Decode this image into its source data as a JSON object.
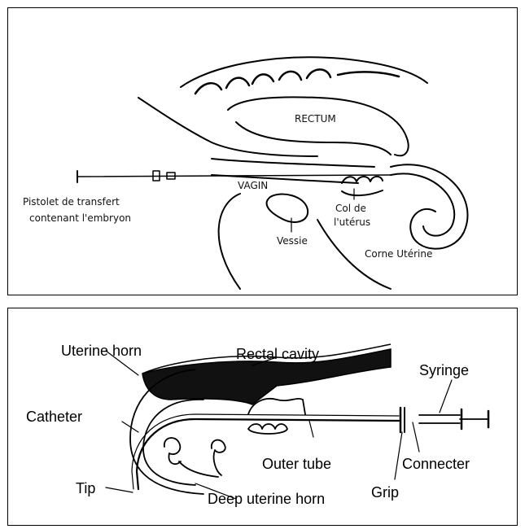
{
  "top_figure": {
    "labels": {
      "rectum": "RECTUM",
      "vagin": "VAGIN",
      "pistolet_line1": "Pistolet de transfert",
      "pistolet_line2": "contenant l'embryon",
      "col_line1": "Col de",
      "col_line2": "l'utérus",
      "vessie": "Vessie",
      "corne": "Corne Utérine"
    }
  },
  "bottom_figure": {
    "labels": {
      "uterine_horn": "Uterine horn",
      "rectal_cavity": "Rectal cavity",
      "syringe": "Syringe",
      "catheter": "Catheter",
      "outer_tube": "Outer tube",
      "connecter": "Connecter",
      "tip": "Tip",
      "deep_uterine_horn": "Deep uterine horn",
      "grip": "Grip"
    }
  }
}
